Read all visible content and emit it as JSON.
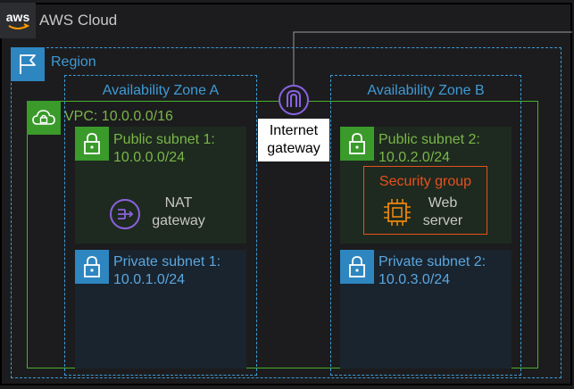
{
  "diagram": {
    "cloud": {
      "label": "AWS Cloud",
      "logo_text": "aws"
    },
    "region": {
      "label": "Region"
    },
    "availability_zones": [
      {
        "label": "Availability Zone A"
      },
      {
        "label": "Availability Zone B"
      }
    ],
    "vpc": {
      "label": "VPC: 10.0.0.0/16"
    },
    "internet_gateway": {
      "line1": "Internet",
      "line2": "gateway"
    },
    "subnets": {
      "public_1": {
        "line1": "Public subnet 1:",
        "line2": "10.0.0.0/24"
      },
      "public_2": {
        "line1": "Public subnet 2:",
        "line2": "10.0.2.0/24"
      },
      "private_1": {
        "line1": "Private subnet 1:",
        "line2": "10.0.1.0/24"
      },
      "private_2": {
        "line1": "Private subnet 2:",
        "line2": "10.0.3.0/24"
      }
    },
    "nat_gateway": {
      "line1": "NAT",
      "line2": "gateway"
    },
    "security_group": {
      "label": "Security group"
    },
    "web_server": {
      "line1": "Web",
      "line2": "server"
    },
    "icons": [
      "aws-logo-icon",
      "flag-icon",
      "cloud-lock-icon",
      "internet-gateway-icon",
      "lock-icon",
      "nat-gateway-icon",
      "chip-icon"
    ]
  },
  "colors": {
    "background": "#1c1c1e",
    "cloud_border": "#000000",
    "region_border": "#3e9bd6",
    "vpc_border": "#48b02c",
    "public_fill": "#1e2a1f",
    "public_text": "#7ab648",
    "private_fill": "#19242e",
    "private_text": "#5aa7e0",
    "security_group": "#e8501e",
    "nat_purple": "#8a62e0",
    "gray_text": "#c7c7c7"
  }
}
